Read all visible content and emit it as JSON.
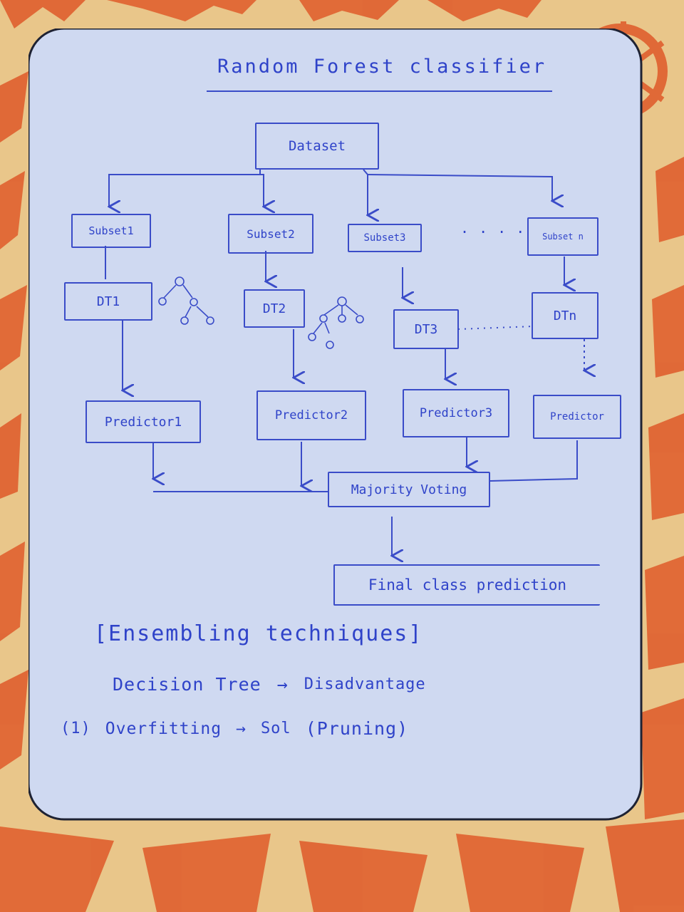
{
  "title": "Random Forest classifier",
  "dataset": "Dataset",
  "subsets": [
    "Subset1",
    "Subset2",
    "Subset3",
    "Subset n"
  ],
  "trees": [
    "DT1",
    "DT2",
    "DT3",
    "DTn"
  ],
  "predictors": [
    "Predictor1",
    "Predictor2",
    "Predictor3",
    "Predictor"
  ],
  "ellipsis": ". . . .",
  "voting": "Majority Voting",
  "final": "Final class prediction",
  "notes": {
    "ensembling": "[Ensembling techniques]",
    "decision_tree": "Decision Tree",
    "arrow": "→",
    "disadvantage": "Disadvantage",
    "item_number": "(1)",
    "overfitting": "Overfitting",
    "solution": "Sol",
    "pruning": "(Pruning)"
  },
  "colors": {
    "ink": "#2f43c9",
    "card": "#cfd9f1",
    "cloth_bg": "#e9c68a",
    "cloth_pattern": "#e0602f"
  }
}
